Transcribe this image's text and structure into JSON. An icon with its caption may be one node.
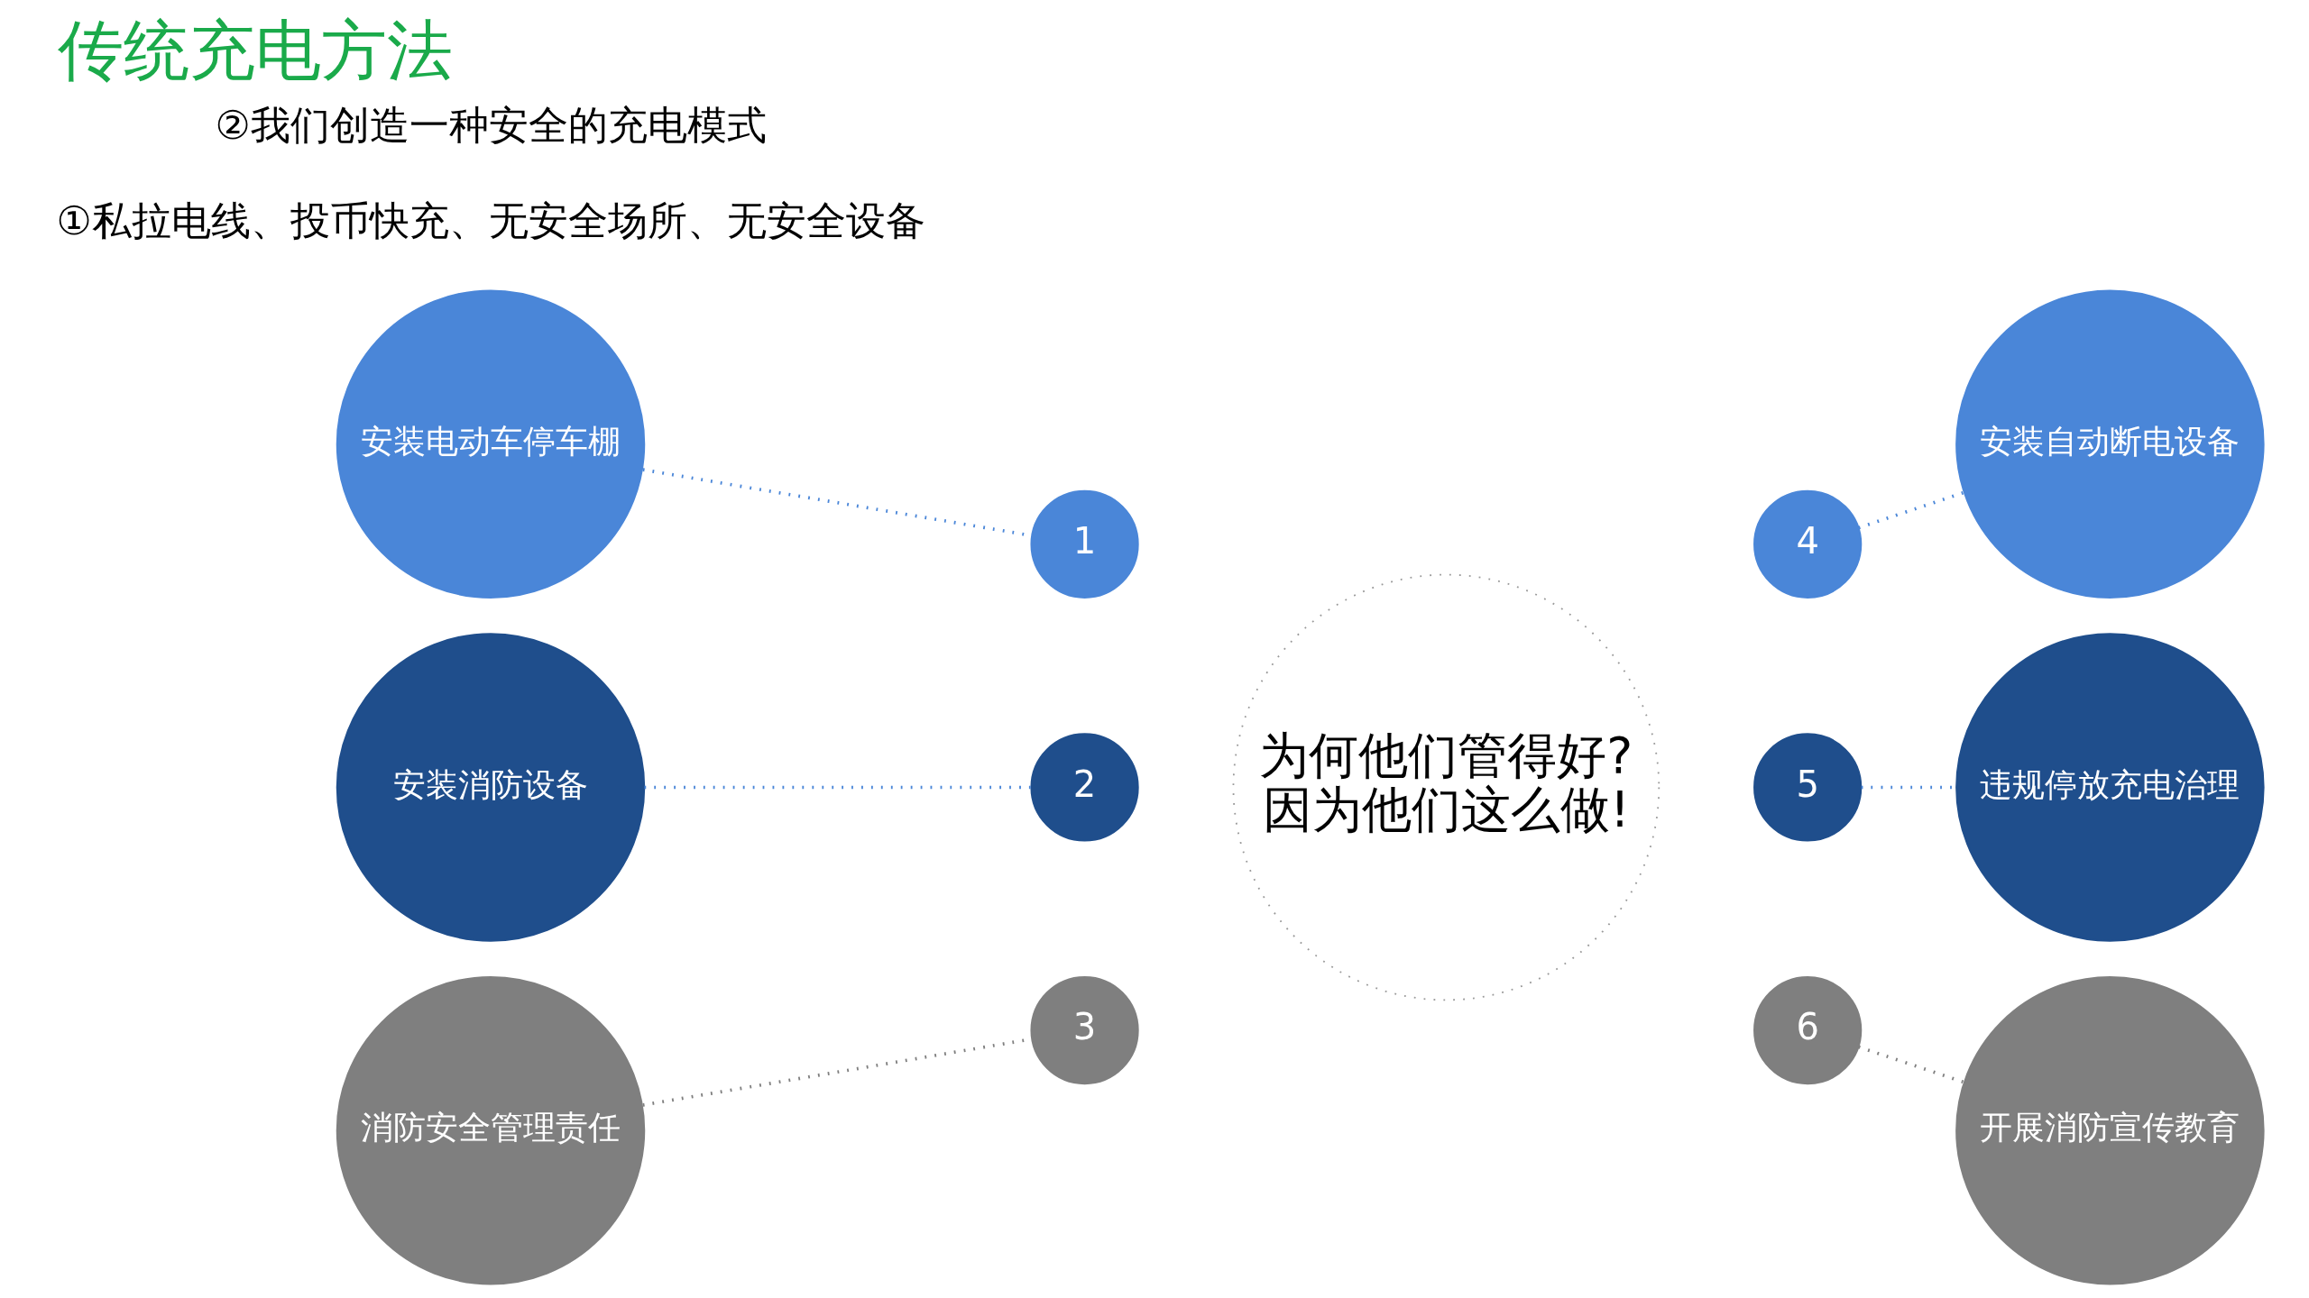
{
  "diagram": {
    "title": "传统充电方法",
    "nodes": [
      {
        "text": [
          "安装电动车停车棚"
        ]
      },
      {
        "text": [
          "1"
        ]
      },
      {
        "text": [
          "安装消防设备"
        ]
      },
      {
        "text": [
          "2"
        ]
      },
      {
        "text": [
          "消防安全管理责任"
        ]
      },
      {
        "text": [
          "3"
        ]
      },
      {
        "text": [
          "为何他们管得好?",
          "因为他们这么做!"
        ]
      },
      {
        "text": [
          "安装自动断电设备"
        ]
      },
      {
        "text": [
          "4"
        ]
      },
      {
        "text": [
          "违规停放充电治理"
        ]
      },
      {
        "text": [
          "5"
        ]
      },
      {
        "text": [
          "开展消防宣传教育"
        ]
      },
      {
        "text": [
          "6"
        ]
      }
    ],
    "edges": [
      {
        "from": 0,
        "to": 1,
        "arrow": "none",
        "style": "dashed"
      },
      {
        "from": 2,
        "to": 3,
        "arrow": "none",
        "style": "dashed"
      },
      {
        "from": 4,
        "to": 5,
        "arrow": "none",
        "style": "dashed",
        "color": "#7f7f7f"
      },
      {
        "from": 8,
        "to": 7,
        "arrow": "none",
        "style": "dashed"
      },
      {
        "from": 10,
        "to": 9,
        "arrow": "none",
        "style": "dashed"
      },
      {
        "from": 12,
        "to": 11,
        "arrow": "none",
        "style": "dashed",
        "color": "#7f7f7f"
      }
    ],
    "labels": [
      "①私拉电线、投币快充、无安全场所、无安全设备",
      "②我们创造一种安全的充电模式"
    ]
  }
}
